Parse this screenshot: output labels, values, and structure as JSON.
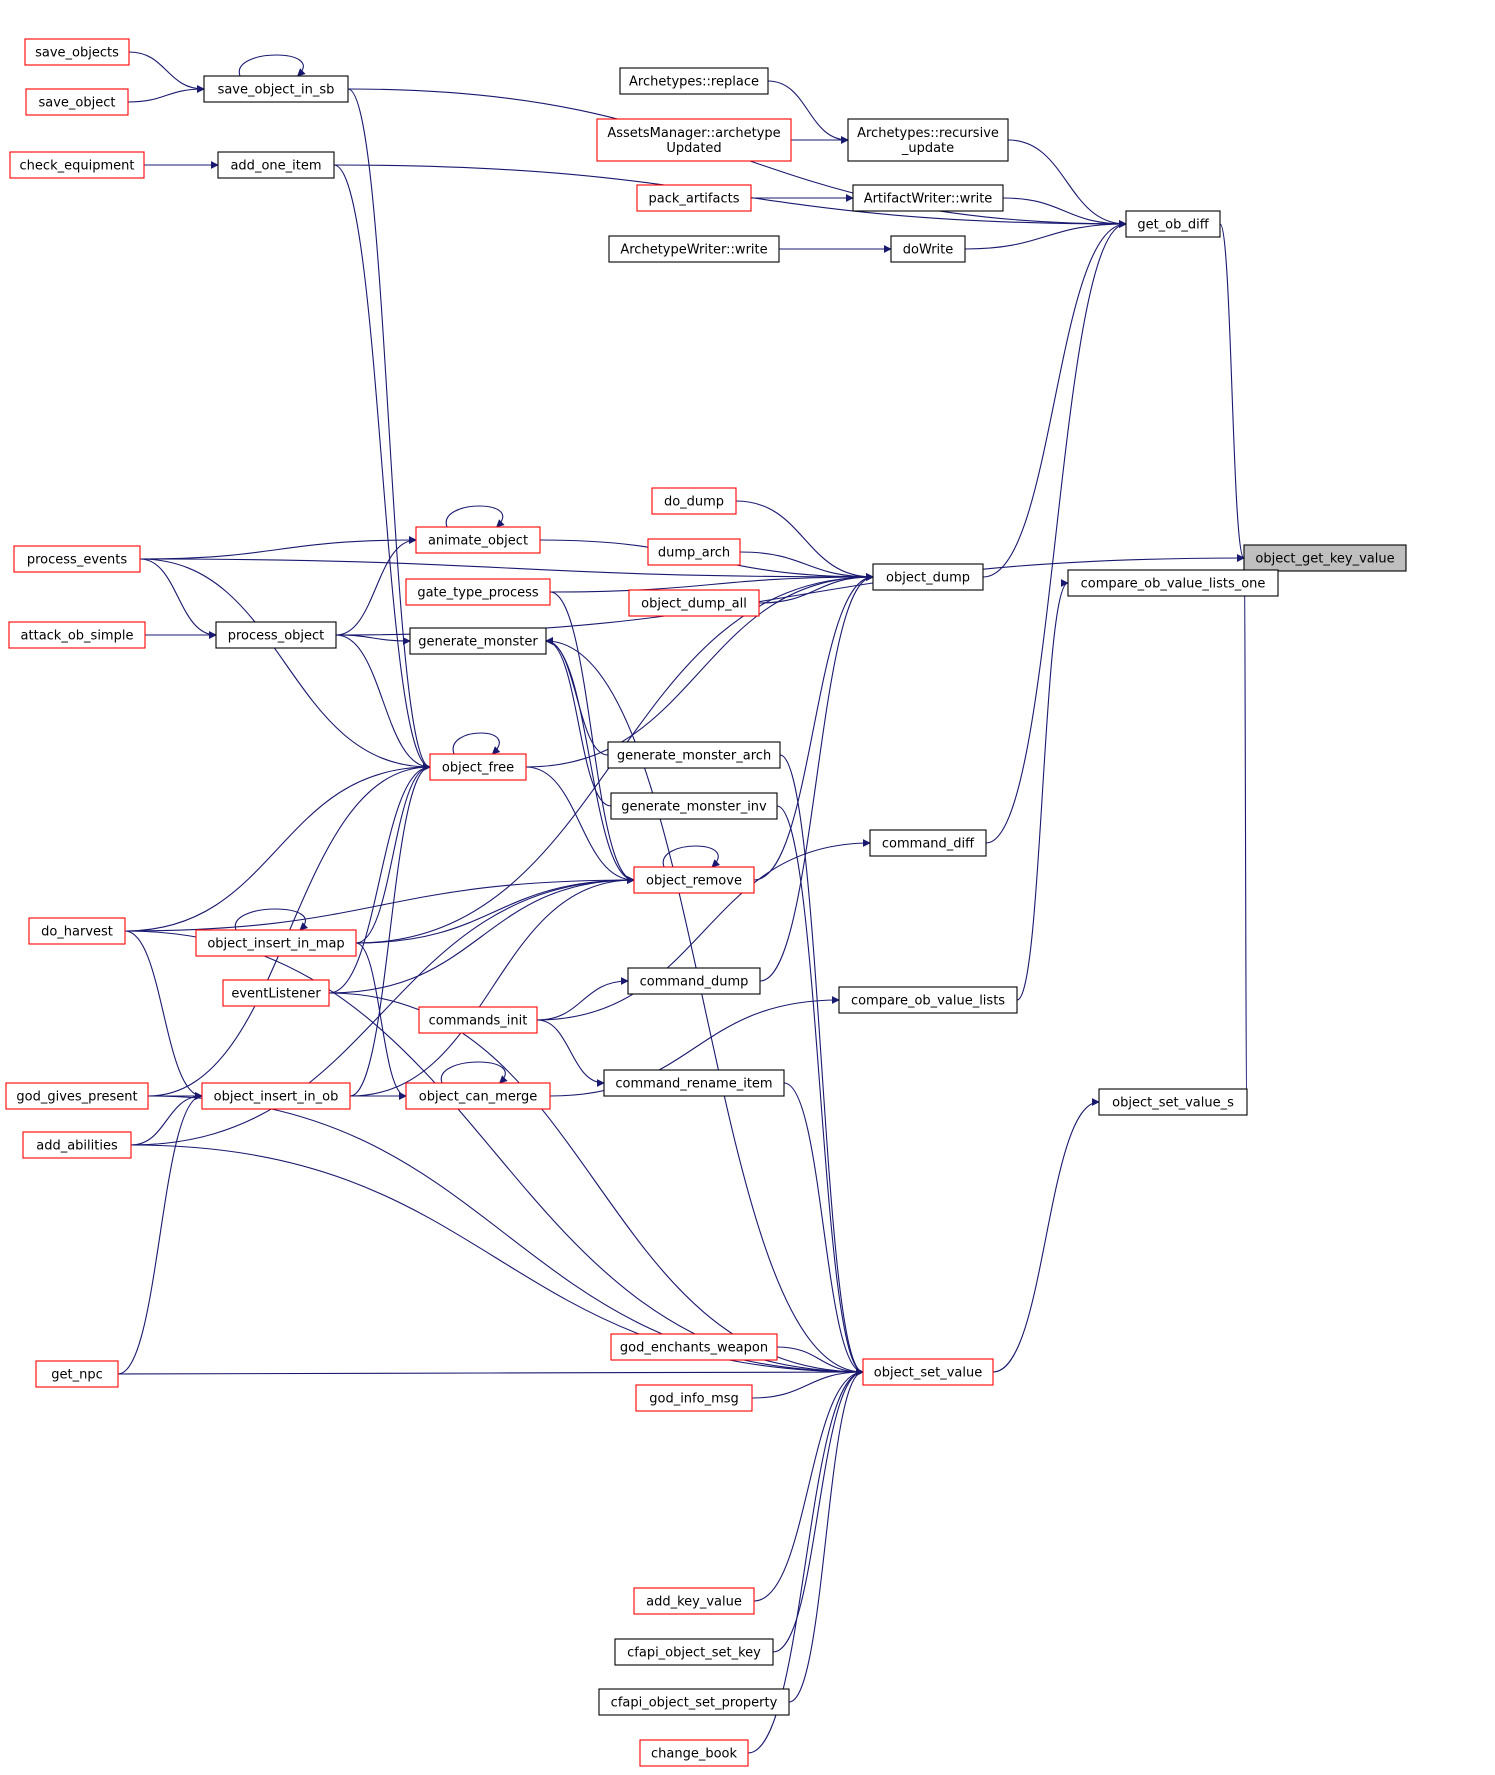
{
  "colors": {
    "edge": "#191970",
    "highlight_fill": "#bfbfbf",
    "normal_border": "#000000",
    "red_border": "#ff0000",
    "background": "#ffffff"
  },
  "nodes": [
    {
      "id": "object_get_key_value",
      "label": "object_get_key_value",
      "style": "highlight"
    },
    {
      "id": "get_ob_diff",
      "label": "get_ob_diff",
      "style": "normal"
    },
    {
      "id": "compare_ob_value_lists_one",
      "label": "compare_ob_value_lists_one",
      "style": "normal"
    },
    {
      "id": "object_set_value_s",
      "label": "object_set_value_s",
      "style": "normal"
    },
    {
      "id": "compare_ob_value_lists",
      "label": "compare_ob_value_lists",
      "style": "normal"
    },
    {
      "id": "object_set_value",
      "label": "object_set_value",
      "style": "red"
    },
    {
      "id": "object_dump",
      "label": "object_dump",
      "style": "normal"
    },
    {
      "id": "command_diff",
      "label": "command_diff",
      "style": "normal"
    },
    {
      "id": "archetypes_recursive_update",
      "label": "Archetypes::recursive\n_update",
      "style": "normal"
    },
    {
      "id": "archetypes_replace",
      "label": "Archetypes::replace",
      "style": "normal"
    },
    {
      "id": "assets_archetype_updated",
      "label": "AssetsManager::archetype\nUpdated",
      "style": "red"
    },
    {
      "id": "artifactwriter_write",
      "label": "ArtifactWriter::write",
      "style": "normal"
    },
    {
      "id": "pack_artifacts",
      "label": "pack_artifacts",
      "style": "red"
    },
    {
      "id": "dowrite",
      "label": "doWrite",
      "style": "normal"
    },
    {
      "id": "archetypewriter_write",
      "label": "ArchetypeWriter::write",
      "style": "normal"
    },
    {
      "id": "save_object_in_sb",
      "label": "save_object_in_sb",
      "style": "normal"
    },
    {
      "id": "save_objects",
      "label": "save_objects",
      "style": "red"
    },
    {
      "id": "save_object",
      "label": "save_object",
      "style": "red"
    },
    {
      "id": "add_one_item",
      "label": "add_one_item",
      "style": "normal"
    },
    {
      "id": "check_equipment",
      "label": "check_equipment",
      "style": "red"
    },
    {
      "id": "do_dump",
      "label": "do_dump",
      "style": "red"
    },
    {
      "id": "dump_arch",
      "label": "dump_arch",
      "style": "red"
    },
    {
      "id": "object_dump_all",
      "label": "object_dump_all",
      "style": "red"
    },
    {
      "id": "animate_object",
      "label": "animate_object",
      "style": "red"
    },
    {
      "id": "gate_type_process",
      "label": "gate_type_process",
      "style": "red"
    },
    {
      "id": "process_events",
      "label": "process_events",
      "style": "red"
    },
    {
      "id": "process_object",
      "label": "process_object",
      "style": "normal"
    },
    {
      "id": "attack_ob_simple",
      "label": "attack_ob_simple",
      "style": "red"
    },
    {
      "id": "generate_monster",
      "label": "generate_monster",
      "style": "normal"
    },
    {
      "id": "generate_monster_arch",
      "label": "generate_monster_arch",
      "style": "normal"
    },
    {
      "id": "generate_monster_inv",
      "label": "generate_monster_inv",
      "style": "normal"
    },
    {
      "id": "object_free",
      "label": "object_free",
      "style": "red"
    },
    {
      "id": "object_remove",
      "label": "object_remove",
      "style": "red"
    },
    {
      "id": "do_harvest",
      "label": "do_harvest",
      "style": "red"
    },
    {
      "id": "object_insert_in_map",
      "label": "object_insert_in_map",
      "style": "red"
    },
    {
      "id": "eventlistener",
      "label": "eventListener",
      "style": "red"
    },
    {
      "id": "command_dump",
      "label": "command_dump",
      "style": "normal"
    },
    {
      "id": "commands_init",
      "label": "commands_init",
      "style": "red"
    },
    {
      "id": "command_rename_item",
      "label": "command_rename_item",
      "style": "normal"
    },
    {
      "id": "god_gives_present",
      "label": "god_gives_present",
      "style": "red"
    },
    {
      "id": "object_insert_in_ob",
      "label": "object_insert_in_ob",
      "style": "red"
    },
    {
      "id": "object_can_merge",
      "label": "object_can_merge",
      "style": "red"
    },
    {
      "id": "add_abilities",
      "label": "add_abilities",
      "style": "red"
    },
    {
      "id": "get_npc",
      "label": "get_npc",
      "style": "red"
    },
    {
      "id": "god_enchants_weapon",
      "label": "god_enchants_weapon",
      "style": "red"
    },
    {
      "id": "god_info_msg",
      "label": "god_info_msg",
      "style": "red"
    },
    {
      "id": "add_key_value",
      "label": "add_key_value",
      "style": "red"
    },
    {
      "id": "cfapi_object_set_key",
      "label": "cfapi_object_set_key",
      "style": "normal"
    },
    {
      "id": "cfapi_object_set_property",
      "label": "cfapi_object_set_property",
      "style": "normal"
    },
    {
      "id": "change_book",
      "label": "change_book",
      "style": "red"
    }
  ],
  "edges": [
    {
      "from": "get_ob_diff",
      "to": "object_get_key_value"
    },
    {
      "from": "compare_ob_value_lists_one",
      "to": "object_get_key_value"
    },
    {
      "from": "object_set_value_s",
      "to": "object_get_key_value"
    },
    {
      "from": "process_object",
      "to": "object_get_key_value"
    },
    {
      "from": "archetypes_recursive_update",
      "to": "get_ob_diff"
    },
    {
      "from": "artifactwriter_write",
      "to": "get_ob_diff"
    },
    {
      "from": "dowrite",
      "to": "get_ob_diff"
    },
    {
      "from": "object_dump",
      "to": "get_ob_diff"
    },
    {
      "from": "command_diff",
      "to": "get_ob_diff"
    },
    {
      "from": "save_object_in_sb",
      "to": "get_ob_diff"
    },
    {
      "from": "add_one_item",
      "to": "get_ob_diff"
    },
    {
      "from": "compare_ob_value_lists",
      "to": "compare_ob_value_lists_one"
    },
    {
      "from": "object_set_value",
      "to": "object_set_value_s"
    },
    {
      "from": "archetypes_replace",
      "to": "archetypes_recursive_update"
    },
    {
      "from": "assets_archetype_updated",
      "to": "archetypes_recursive_update"
    },
    {
      "from": "pack_artifacts",
      "to": "artifactwriter_write"
    },
    {
      "from": "archetypewriter_write",
      "to": "dowrite"
    },
    {
      "from": "save_objects",
      "to": "save_object_in_sb"
    },
    {
      "from": "save_object",
      "to": "save_object_in_sb"
    },
    {
      "from": "save_object_in_sb",
      "to": "save_object_in_sb"
    },
    {
      "from": "check_equipment",
      "to": "add_one_item"
    },
    {
      "from": "do_dump",
      "to": "object_dump"
    },
    {
      "from": "dump_arch",
      "to": "object_dump"
    },
    {
      "from": "object_dump_all",
      "to": "object_dump"
    },
    {
      "from": "animate_object",
      "to": "object_dump"
    },
    {
      "from": "gate_type_process",
      "to": "object_dump"
    },
    {
      "from": "process_events",
      "to": "object_dump"
    },
    {
      "from": "object_free",
      "to": "object_dump"
    },
    {
      "from": "object_remove",
      "to": "object_dump"
    },
    {
      "from": "object_insert_in_map",
      "to": "object_dump"
    },
    {
      "from": "command_dump",
      "to": "object_dump"
    },
    {
      "from": "object_insert_in_ob",
      "to": "object_remove"
    },
    {
      "from": "commands_init",
      "to": "command_diff"
    },
    {
      "from": "object_can_merge",
      "to": "compare_ob_value_lists"
    },
    {
      "from": "commands_init",
      "to": "command_dump"
    },
    {
      "from": "commands_init",
      "to": "command_rename_item"
    },
    {
      "from": "animate_object",
      "to": "animate_object"
    },
    {
      "from": "process_events",
      "to": "animate_object"
    },
    {
      "from": "process_object",
      "to": "animate_object"
    },
    {
      "from": "process_events",
      "to": "process_object"
    },
    {
      "from": "attack_ob_simple",
      "to": "process_object"
    },
    {
      "from": "process_object",
      "to": "generate_monster"
    },
    {
      "from": "generate_monster_arch",
      "to": "generate_monster"
    },
    {
      "from": "generate_monster_inv",
      "to": "generate_monster"
    },
    {
      "from": "object_remove",
      "to": "generate_monster"
    },
    {
      "from": "object_free",
      "to": "object_free"
    },
    {
      "from": "save_object_in_sb",
      "to": "object_free"
    },
    {
      "from": "add_one_item",
      "to": "object_free"
    },
    {
      "from": "process_events",
      "to": "object_free"
    },
    {
      "from": "process_object",
      "to": "object_free"
    },
    {
      "from": "do_harvest",
      "to": "object_free"
    },
    {
      "from": "object_insert_in_map",
      "to": "object_free"
    },
    {
      "from": "eventlistener",
      "to": "object_free"
    },
    {
      "from": "object_insert_in_ob",
      "to": "object_free"
    },
    {
      "from": "god_gives_present",
      "to": "object_free"
    },
    {
      "from": "object_remove",
      "to": "object_remove"
    },
    {
      "from": "object_free",
      "to": "object_remove"
    },
    {
      "from": "gate_type_process",
      "to": "object_remove"
    },
    {
      "from": "do_harvest",
      "to": "object_remove"
    },
    {
      "from": "object_insert_in_map",
      "to": "object_remove"
    },
    {
      "from": "eventlistener",
      "to": "object_remove"
    },
    {
      "from": "add_abilities",
      "to": "object_remove"
    },
    {
      "from": "object_insert_in_map",
      "to": "object_insert_in_map"
    },
    {
      "from": "object_can_merge",
      "to": "object_can_merge"
    },
    {
      "from": "object_insert_in_map",
      "to": "object_can_merge"
    },
    {
      "from": "object_insert_in_ob",
      "to": "object_can_merge"
    },
    {
      "from": "god_gives_present",
      "to": "object_insert_in_ob"
    },
    {
      "from": "do_harvest",
      "to": "object_insert_in_ob"
    },
    {
      "from": "add_abilities",
      "to": "object_insert_in_ob"
    },
    {
      "from": "get_npc",
      "to": "object_insert_in_ob"
    },
    {
      "from": "god_enchants_weapon",
      "to": "object_set_value"
    },
    {
      "from": "god_info_msg",
      "to": "object_set_value"
    },
    {
      "from": "add_key_value",
      "to": "object_set_value"
    },
    {
      "from": "cfapi_object_set_key",
      "to": "object_set_value"
    },
    {
      "from": "cfapi_object_set_property",
      "to": "object_set_value"
    },
    {
      "from": "change_book",
      "to": "object_set_value"
    },
    {
      "from": "generate_monster",
      "to": "object_set_value"
    },
    {
      "from": "generate_monster_arch",
      "to": "object_set_value"
    },
    {
      "from": "generate_monster_inv",
      "to": "object_set_value"
    },
    {
      "from": "command_rename_item",
      "to": "object_set_value"
    },
    {
      "from": "eventlistener",
      "to": "object_set_value"
    },
    {
      "from": "do_harvest",
      "to": "object_set_value"
    },
    {
      "from": "god_gives_present",
      "to": "object_set_value"
    },
    {
      "from": "add_abilities",
      "to": "object_set_value"
    },
    {
      "from": "get_npc",
      "to": "object_set_value"
    }
  ]
}
